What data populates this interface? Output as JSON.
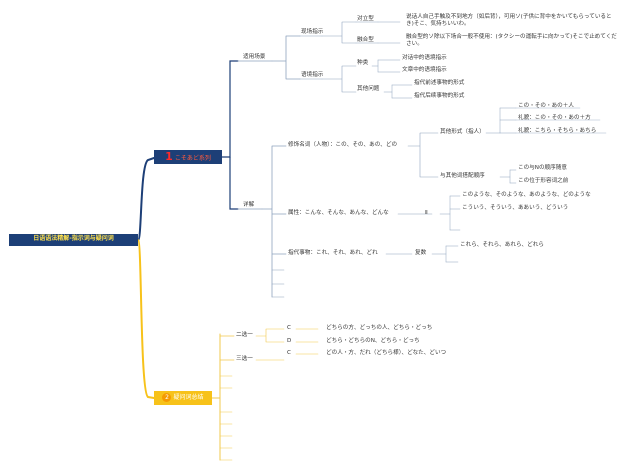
{
  "root": "日语语法精解-指示词与疑问词",
  "topic1": {
    "num": "1",
    "label": "こそあど系列"
  },
  "topic2": {
    "num": "2",
    "label": "疑问词总结"
  },
  "usage": {
    "label": "适用场景",
    "spatial": {
      "label": "现场指示",
      "opposed": {
        "label": "对立型",
        "desc": "说话人自己手触及不到地方（如后背），可用ソ(子供に背中をかいてもらっているとき)そこ、気持ちいいわ。"
      },
      "merged": {
        "label": "融合型",
        "desc": "融合型的ソ除以下场合一般不使用：(タクシーの運転手に向かって)そこで止めてください。"
      }
    },
    "context": {
      "label": "语境指示",
      "dialog": {
        "label": "种类",
        "items": [
          "对话中的语境指示",
          "文章中的语境指示"
        ]
      },
      "other": {
        "label": "其他问题",
        "items": [
          "指代前述事物的形式",
          "指代后续事物的形式"
        ]
      }
    }
  },
  "detail": {
    "label": "详解",
    "modifier": {
      "label": "修饰名词（人物）：この、その、あの、どの",
      "forms": {
        "label": "其他形式（指人）",
        "items": [
          "この・その・あの＋人",
          "礼貌：この・その・あの＋方",
          "礼貌：こちら・そちら・あちら"
        ]
      },
      "pairing": {
        "label": "与其他词搭配顺序",
        "items": [
          "この与Nの顺序随意",
          "この位于形容词之前"
        ]
      }
    },
    "property": {
      "label": "属性：こんな、そんな、あんな、どんな",
      "mark": "Ⅱ",
      "items": [
        "このような、そのような、あのような、どのような",
        "こういう、そういう、ああいう、どういう"
      ]
    },
    "things": {
      "label": "指代事物：これ、それ、あれ、どれ",
      "mark": "复数",
      "item": "これら、それら、あれら、どれら"
    }
  },
  "questions": {
    "two": {
      "label": "二选一",
      "rows": [
        {
          "mark": "C",
          "text": "どちらの方、どっちの人、どちら・どっち"
        },
        {
          "mark": "D",
          "text": "どちら・どちらのN、どちら・どっち"
        }
      ]
    },
    "three": {
      "label": "三选一",
      "rows": [
        {
          "mark": "C",
          "text": "どの人・方、だれ（どちら様）、どなた、どいつ"
        }
      ]
    }
  },
  "colors": {
    "navy": "#1d3f77",
    "gold": "#f7c21a",
    "line": "#8fa3be",
    "goldLine": "#f2c94c",
    "red": "#ff2a2a"
  }
}
